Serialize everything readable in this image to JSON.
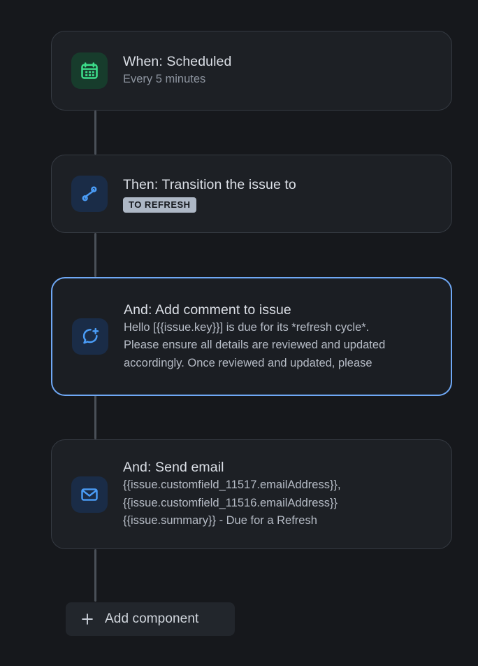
{
  "theme": {
    "page_bg": "#16181c",
    "card_bg": "#1d2025",
    "card_border": "#353a42",
    "selected_border": "#6fa8f5",
    "rail": "#4a5058",
    "title_text": "#dbdfe6",
    "sub_text": "#8d949f",
    "badge_bg": "#aeb8c6",
    "badge_text": "#15181d",
    "icon_green_bg": "#173c2c",
    "icon_green_fg": "#3ddc8a",
    "icon_blue_bg": "#1a2c47",
    "icon_blue_fg": "#4a9cf6"
  },
  "rule": {
    "components": [
      {
        "id": "trigger-scheduled",
        "icon": "calendar-icon",
        "icon_color": "green",
        "title": "When: Scheduled",
        "subtitle": "Every 5 minutes",
        "selected": false
      },
      {
        "id": "action-transition",
        "icon": "transition-icon",
        "icon_color": "blue",
        "title": "Then: Transition the issue to",
        "badge": "TO REFRESH",
        "selected": false
      },
      {
        "id": "action-add-comment",
        "icon": "comment-add-icon",
        "icon_color": "blue",
        "title": "And: Add comment to issue",
        "body_lines": [
          "Hello [{{issue.key}}] is due for its *refresh cycle*.",
          "Please ensure all details are reviewed and updated",
          "accordingly. Once reviewed and updated, please"
        ],
        "selected": true
      },
      {
        "id": "action-send-email",
        "icon": "envelope-icon",
        "icon_color": "blue",
        "title": "And: Send email",
        "body_lines": [
          "{{issue.customfield_11517.emailAddress}},",
          "{{issue.customfield_11516.emailAddress}}",
          "{{issue.summary}} - Due for a Refresh"
        ],
        "selected": false
      }
    ],
    "add_component": {
      "icon": "plus-icon",
      "label": "Add component"
    }
  }
}
